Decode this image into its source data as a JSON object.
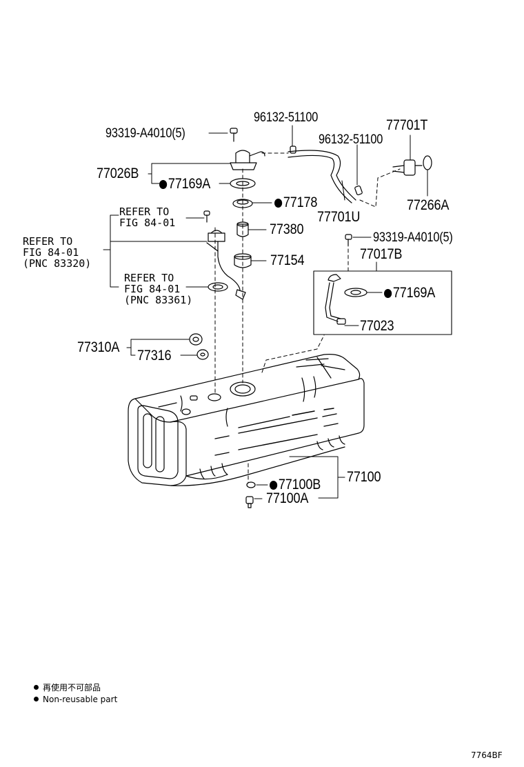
{
  "parts": {
    "p93319_top": "93319-A4010(5)",
    "p96132_a": "96132-51100",
    "p77701T": "77701T",
    "p96132_b": "96132-51100",
    "p77026B": "77026B",
    "p77169A_1": "77169A",
    "p77266A": "77266A",
    "p77178": "77178",
    "p77701U": "77701U",
    "p77380": "77380",
    "p93319_mid": "93319-A4010(5)",
    "p77154": "77154",
    "p77017B": "77017B",
    "p77169A_2": "77169A",
    "p77023": "77023",
    "p77310A": "77310A",
    "p77316": "77316",
    "p77100B": "77100B",
    "p77100": "77100",
    "p77100A": "77100A"
  },
  "refs": {
    "refer_a_1": "REFER TO",
    "refer_a_2": "FIG 84-01",
    "refer_b_1": "REFER TO",
    "refer_b_2": "FIG  84-01",
    "refer_b_3": "(PNC 83320)",
    "refer_c_1": "REFER TO",
    "refer_c_2": "FIG 84-01",
    "refer_c_3": "(PNC 83361)"
  },
  "legend": {
    "line1": "再使用不可部品",
    "line2": "Non-reusable part"
  },
  "figure_id": "7764BF",
  "colors": {
    "ink": "#000000",
    "paper": "#ffffff"
  },
  "icons": {
    "non_reusable_marker": "filled-dot"
  }
}
